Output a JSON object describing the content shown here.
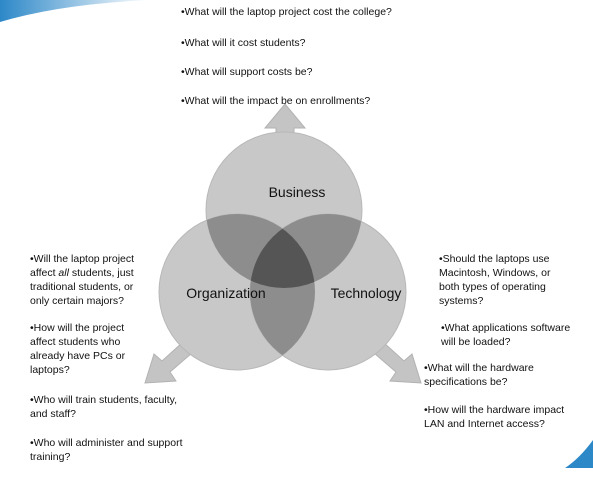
{
  "diagram": {
    "circles": [
      {
        "id": "business",
        "label": "Business"
      },
      {
        "id": "organization",
        "label": "Organization"
      },
      {
        "id": "technology",
        "label": "Technology"
      }
    ],
    "colors": {
      "circle_fill": "#c8c8c8",
      "overlap_fill": "#8d8d8d",
      "center_fill": "#555555",
      "arrow_fill": "#c4c4c4",
      "accent_corner": "#2d88c8"
    }
  },
  "business_questions": [
    "•What will the laptop project cost the college?",
    "•What will it cost students?",
    "•What will support costs be?",
    "•What will the impact be on  enrollments?"
  ],
  "organization_questions": [
    "•Will the laptop project\naffect all students, just\ntraditional students, or\nonly certain majors?",
    "•How will the project\naffect students who\nalready have PCs or\nlaptops?",
    "•Who will train students, faculty,\nand staff?",
    "•Who will administer and support\ntraining?"
  ],
  "technology_questions": [
    "•Should the laptops use\nMacintosh, Windows, or\nboth types of operating\nsystems?",
    "•What applications software\nwill be loaded?",
    "•What will the hardware\nspecifications be?",
    "•How will the hardware impact\nLAN and Internet access?"
  ]
}
